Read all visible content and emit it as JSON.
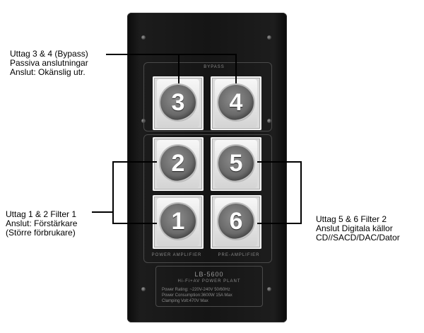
{
  "device": {
    "model": "LB-5600",
    "subtitle": "Hi-Fi+AV POWER PLANT",
    "specs": [
      "Power Rating: ~220V-240V 50/60Hz",
      "Power Consumption:3600W 15A Max",
      "Clamping Volt:470V Max"
    ],
    "group_labels": {
      "top": "BYPASS",
      "bottom_left": "POWER AMPLIFIER",
      "bottom_right": "PRE-AMPLIFIER"
    },
    "sockets": [
      "3",
      "4",
      "2",
      "5",
      "1",
      "6"
    ]
  },
  "callouts": {
    "bypass": {
      "line1": "Uttag 3 & 4 (Bypass)",
      "line2": "Passiva anslutningar",
      "line3": "Anslut: Okänslig utr."
    },
    "filter1": {
      "line1": "Uttag 1 & 2 Filter 1",
      "line2": "Anslut: Förstärkare",
      "line3": "(Större förbrukare)"
    },
    "filter2": {
      "line1": "Uttag 5 & 6 Filter 2",
      "line2": "Anslut Digitala källor",
      "line3": "CD//SACD/DAC/Dator"
    }
  }
}
